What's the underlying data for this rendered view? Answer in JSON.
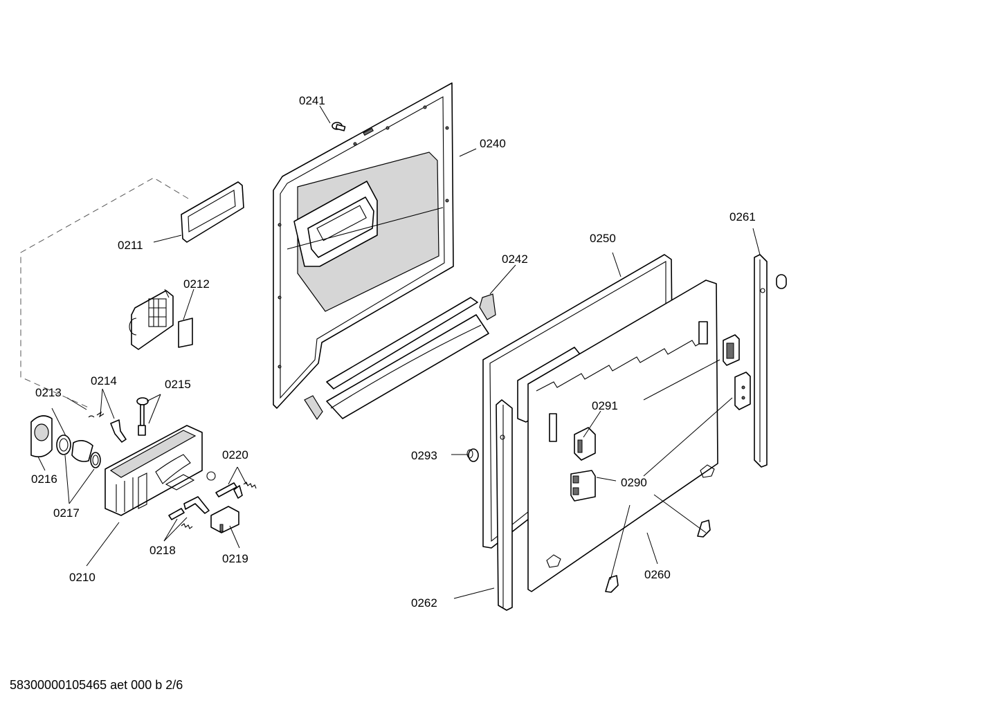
{
  "diagram": {
    "labels": {
      "p0210": "0210",
      "p0211": "0211",
      "p0212": "0212",
      "p0213": "0213",
      "p0214": "0214",
      "p0215": "0215",
      "p0216": "0216",
      "p0217": "0217",
      "p0218": "0218",
      "p0219": "0219",
      "p0220": "0220",
      "p0240": "0240",
      "p0241": "0241",
      "p0242": "0242",
      "p0250": "0250",
      "p0260": "0260",
      "p0261": "0261",
      "p0262": "0262",
      "p0290": "0290",
      "p0291": "0291",
      "p0293": "0293"
    }
  },
  "footer": {
    "document_code": "58300000105465 aet 000 b 2/6"
  }
}
